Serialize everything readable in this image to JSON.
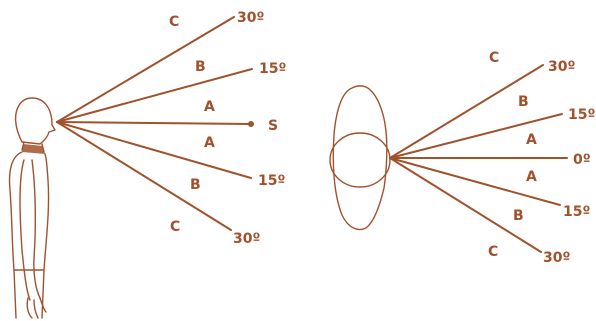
{
  "colors": {
    "ink": "#a0522d"
  },
  "side_view": {
    "rays": [
      {
        "id": "up-30",
        "angle_label": "30º"
      },
      {
        "id": "up-15",
        "angle_label": "15º"
      },
      {
        "id": "center",
        "angle_label": "S"
      },
      {
        "id": "down-15",
        "angle_label": "15º"
      },
      {
        "id": "down-30",
        "angle_label": "30º"
      }
    ],
    "zones": [
      {
        "id": "zone-c-upper",
        "label": "C"
      },
      {
        "id": "zone-b-upper",
        "label": "B"
      },
      {
        "id": "zone-a-upper",
        "label": "A"
      },
      {
        "id": "zone-a-lower",
        "label": "A"
      },
      {
        "id": "zone-b-lower",
        "label": "B"
      },
      {
        "id": "zone-c-lower",
        "label": "C"
      }
    ]
  },
  "top_view": {
    "rays": [
      {
        "id": "up-30",
        "angle_label": "30º"
      },
      {
        "id": "up-15",
        "angle_label": "15º"
      },
      {
        "id": "center",
        "angle_label": "0º"
      },
      {
        "id": "down-15",
        "angle_label": "15º"
      },
      {
        "id": "down-30",
        "angle_label": "30º"
      }
    ],
    "zones": [
      {
        "id": "zone-c-upper",
        "label": "C"
      },
      {
        "id": "zone-b-upper",
        "label": "B"
      },
      {
        "id": "zone-a-upper",
        "label": "A"
      },
      {
        "id": "zone-a-lower",
        "label": "A"
      },
      {
        "id": "zone-b-lower",
        "label": "B"
      },
      {
        "id": "zone-c-lower",
        "label": "C"
      }
    ]
  }
}
